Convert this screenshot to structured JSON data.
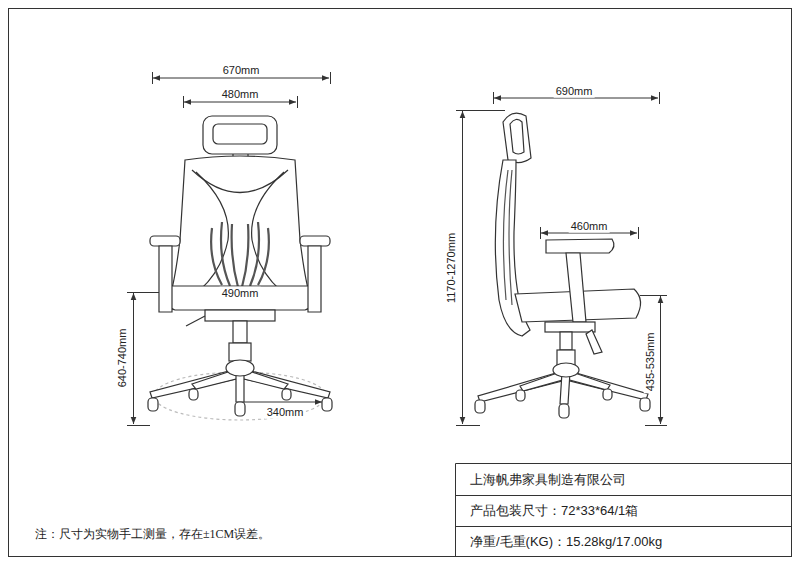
{
  "diagram": {
    "labels": [
      "670mm",
      "480mm",
      "490mm",
      "640-740mm",
      "340mm",
      "690mm",
      "460mm",
      "1170-1270mm",
      "435-535mm",
      "上海帆弗家具制造有限公司",
      "产品包装尺寸：72*33*64/1箱",
      "净重/毛重(KG)：15.28kg/17.00kg",
      "注：尺寸为实物手工测量，存在±1CM误差。"
    ]
  }
}
